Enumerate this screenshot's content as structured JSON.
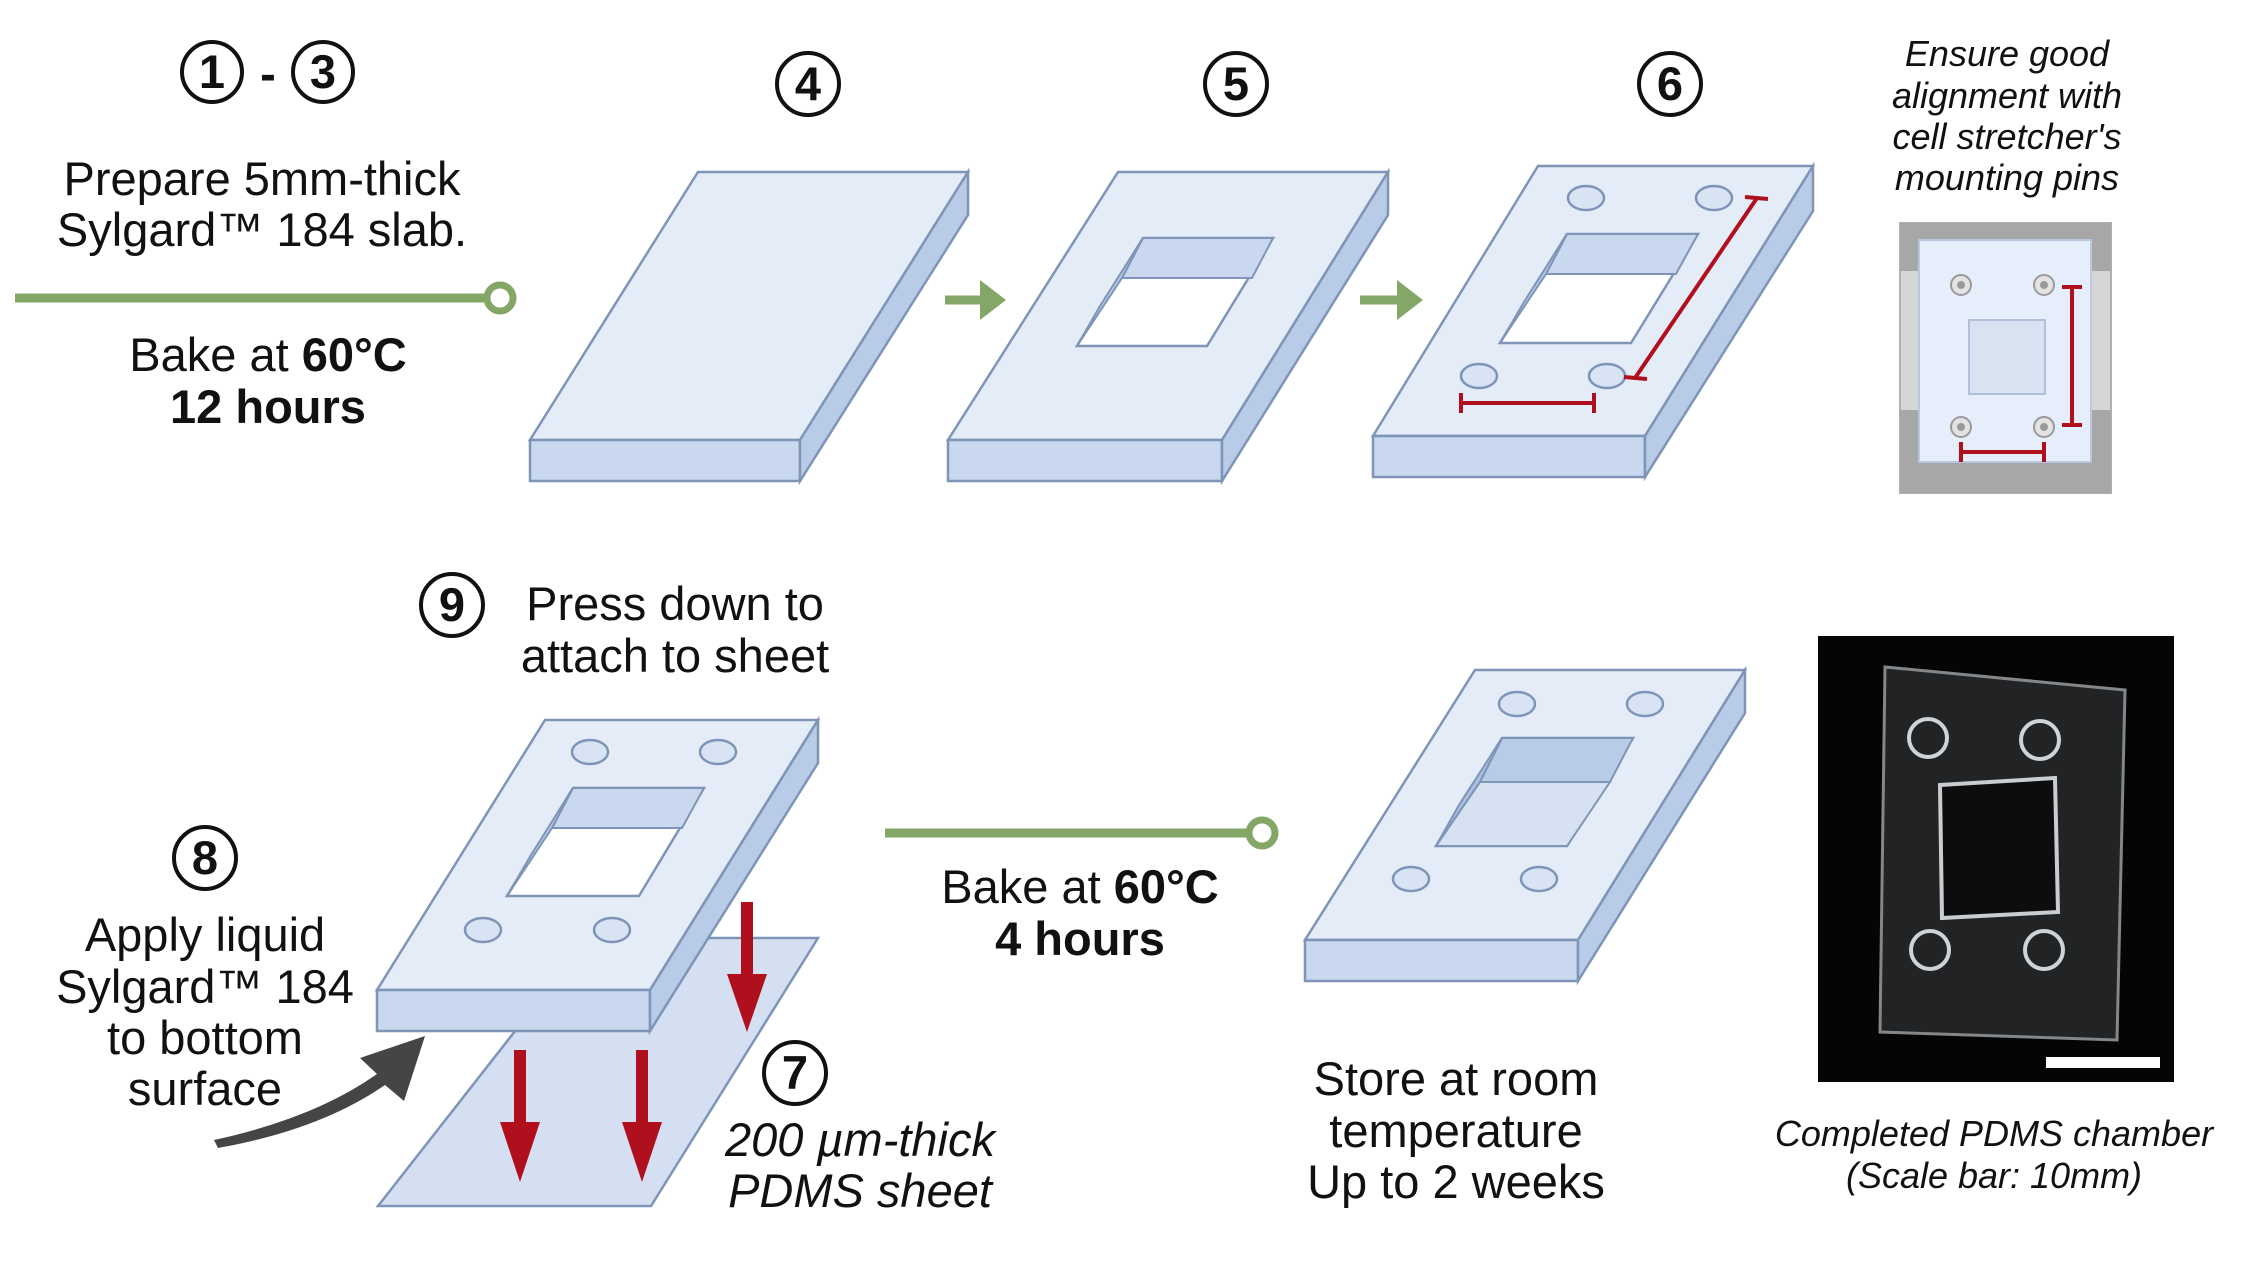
{
  "steps": {
    "s1": "1",
    "dash": "-",
    "s3": "3",
    "s4": "4",
    "s5": "5",
    "s6": "6",
    "s7": "7",
    "s8": "8",
    "s9": "9"
  },
  "prepare": {
    "line1": "Prepare 5mm-thick",
    "line2": "Sylgard™ 184 slab."
  },
  "bake1": {
    "prefix": "Bake at ",
    "temp": "60°C",
    "time": "12 hours"
  },
  "alignment_note": [
    "Ensure good",
    "alignment with",
    "cell stretcher's",
    "mounting pins"
  ],
  "press": {
    "line1": "Press down to",
    "line2": "attach to sheet"
  },
  "apply": [
    "Apply liquid",
    "Sylgard™ 184",
    "to bottom",
    "surface"
  ],
  "sheet": {
    "line1": "200 µm-thick",
    "line2": "PDMS sheet"
  },
  "bake2": {
    "prefix": "Bake at ",
    "temp": "60°C",
    "time": "4 hours"
  },
  "store": [
    "Store at room",
    "temperature",
    "Up to 2 weeks"
  ],
  "photo_caption": {
    "line1": "Completed PDMS chamber",
    "line2": "(Scale bar: 10mm)"
  },
  "colors": {
    "slab_top": "#e4ecf8",
    "slab_side": "#c9d8ee",
    "slab_stroke": "#7f95b8",
    "timeline_green": "#84a767",
    "arrow_green": "#84a767",
    "measure_red": "#b0101e",
    "press_red": "#b0101e",
    "curve_arrow": "#454545",
    "photo_bg": "#050505",
    "stretcher_gray": "#a7a7a7"
  }
}
